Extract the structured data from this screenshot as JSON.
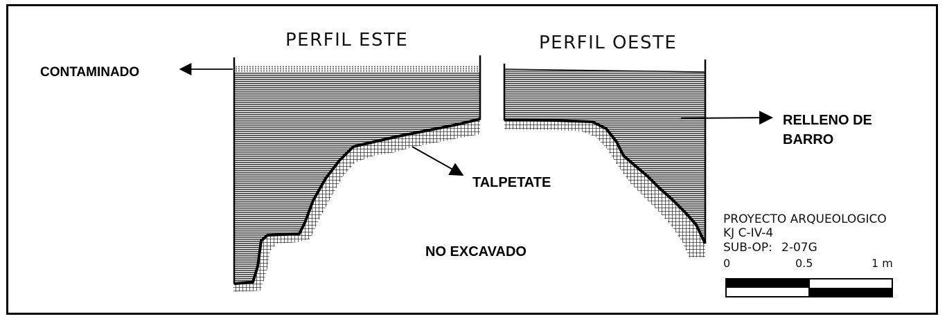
{
  "titles": {
    "east": "PERFIL ESTE",
    "west": "PERFIL OESTE"
  },
  "labels": {
    "contaminado": "CONTAMINADO",
    "talpetate": "TALPETATE",
    "relleno_line1": "RELLENO DE",
    "relleno_line2": "BARRO",
    "no_excavado": "NO EXCAVADO"
  },
  "project": {
    "line1": "PROYECTO ARQUEOLOGICO",
    "line2": "KJ C-IV-4",
    "line3_label": "SUB-OP:",
    "line3_value": "2-07G"
  },
  "scale": {
    "tick_0": "0",
    "tick_mid": "0.5",
    "tick_end": "1 m"
  },
  "colors": {
    "fill_hatch": "#555555",
    "outline": "#000000",
    "background": "#ffffff"
  }
}
